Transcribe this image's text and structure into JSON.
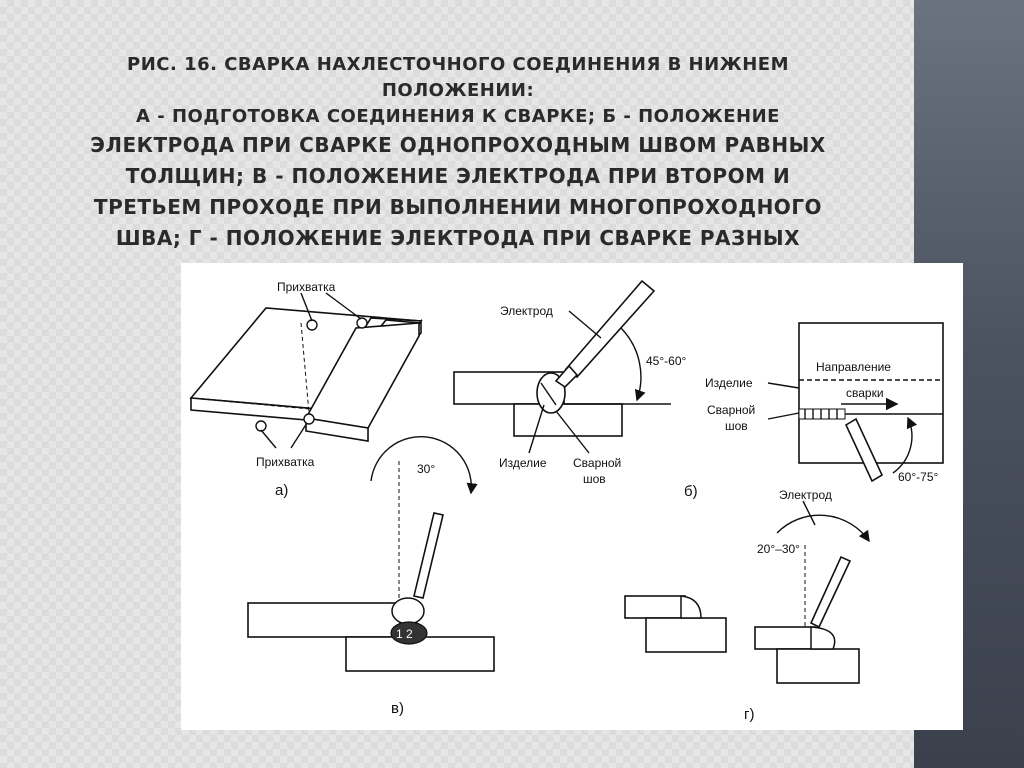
{
  "title": {
    "line1": "Рис. 16. Сварка нахлесточного соединения в нижнем",
    "line2": "положении:",
    "line3": "а - подготовка соединения к сварке; б - положение",
    "line4": "электрода при сварке однопроходным швом равных",
    "line5": "толщин; в - положение электрода при втором и",
    "line6": "третьем проходе при выполнении многопроходного",
    "line7": "шва; г - положение электрода при сварке разных"
  },
  "figure": {
    "a": {
      "tack_top": "Прихватка",
      "tack_bottom": "Прихватка",
      "caption": "а)"
    },
    "b": {
      "electrode": "Электрод",
      "angle": "45°-60°",
      "workpiece": "Изделие",
      "weld_line1": "Сварной",
      "weld_line2": "шов",
      "caption": "б)"
    },
    "b_top": {
      "workpiece": "Изделие",
      "direction_line1": "Направление",
      "direction_line2": "сварки",
      "weld_line1": "Сварной",
      "weld_line2": "шов",
      "angle": "60°-75°"
    },
    "v": {
      "angle": "30°",
      "pass_labels": "1 2",
      "caption": "в)"
    },
    "g": {
      "electrode": "Электрод",
      "angle": "20°–30°",
      "caption": "г)"
    }
  }
}
